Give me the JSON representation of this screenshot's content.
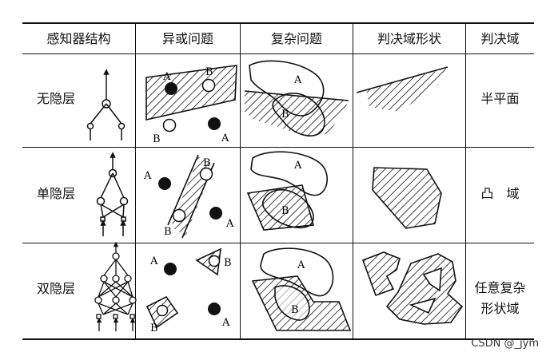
{
  "header": {
    "col1": "感知器结构",
    "col2": "异或问题",
    "col3": "复杂问题",
    "col4": "判决域形状",
    "col5": "判决域"
  },
  "rows": [
    {
      "structure": "无隐层",
      "region": "半平面"
    },
    {
      "structure": "单隐层",
      "region": "凸　域"
    },
    {
      "structure": "双隐层",
      "region_line1": "任意复杂",
      "region_line2": "形状域"
    }
  ],
  "point_labels": {
    "a": "A",
    "b": "B"
  },
  "watermark": "CSDN @_jym"
}
